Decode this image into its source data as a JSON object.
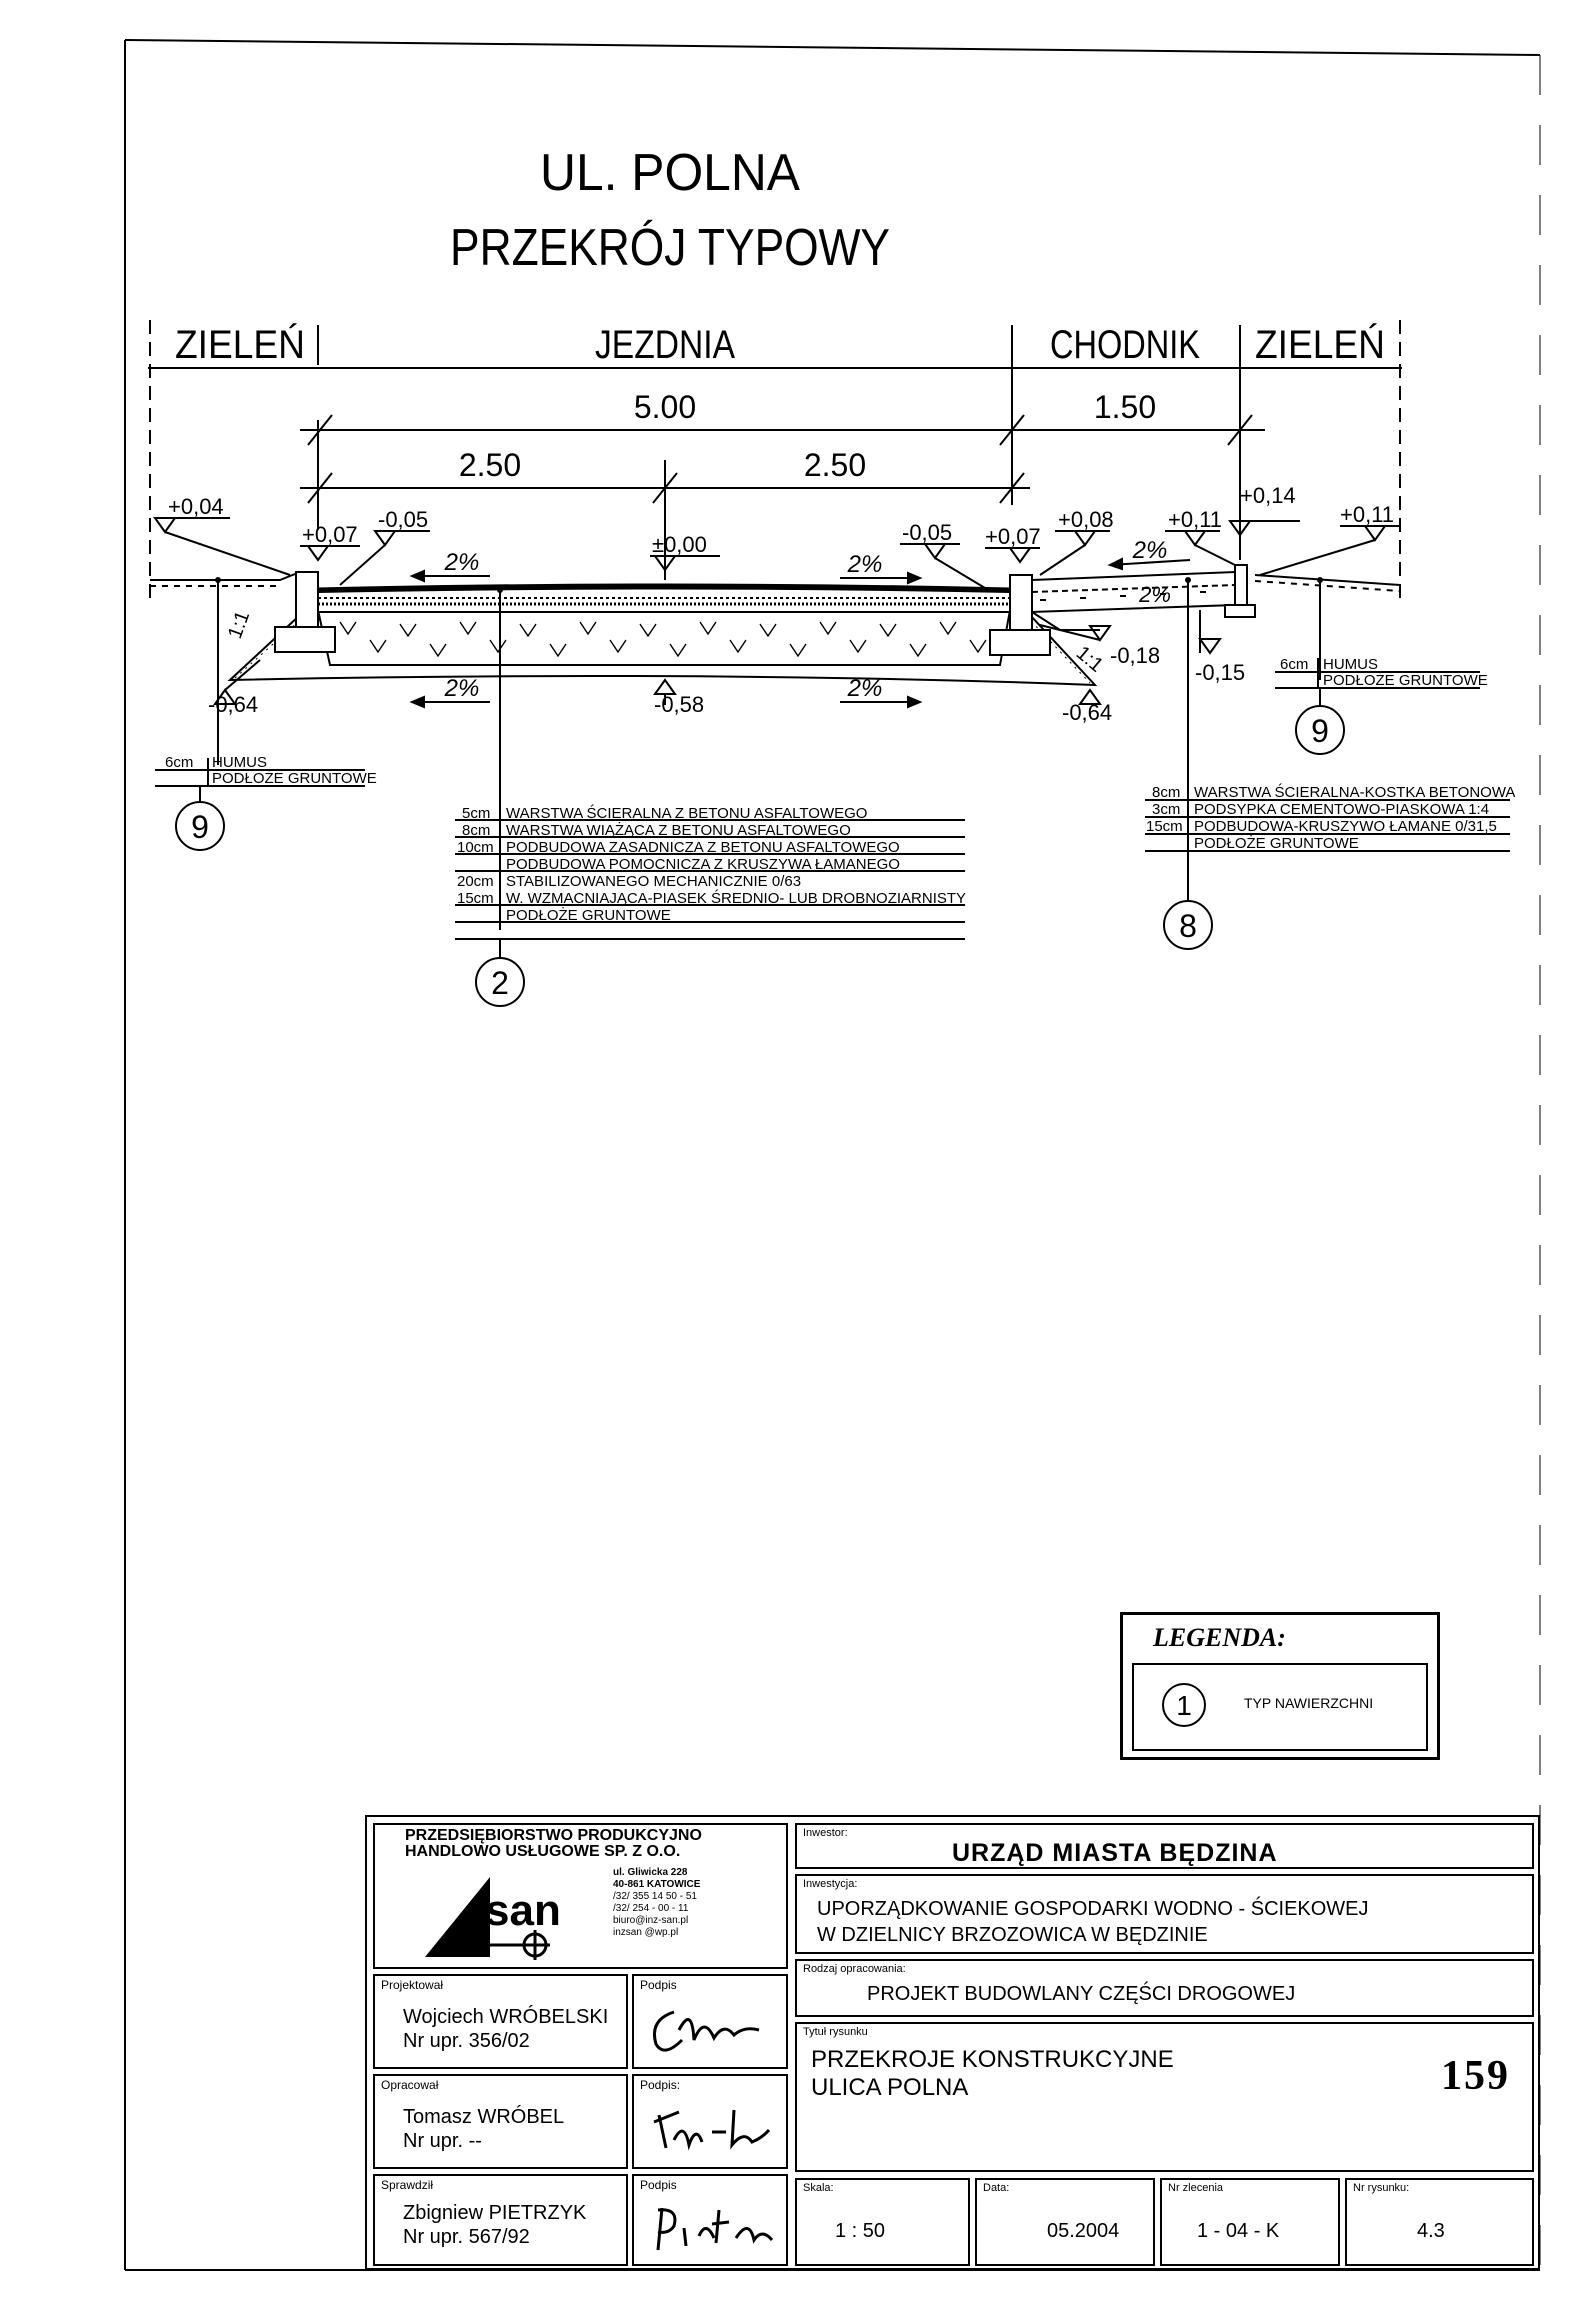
{
  "drawing": {
    "title_line1": "UL. POLNA",
    "title_line2": "PRZEKRÓJ TYPOWY",
    "zones": [
      "ZIELEŃ",
      "JEZDNIA",
      "CHODNIK",
      "ZIELEŃ"
    ],
    "dims": {
      "road_total": "5.00",
      "walk_total": "1.50",
      "half_left": "2.50",
      "half_right": "2.50"
    },
    "elevations": {
      "e1": "+0,04",
      "e2": "+0,07",
      "e3": "-0,05",
      "e4": "±0,00",
      "e5": "-0,05",
      "e6": "+0,07",
      "e7": "+0,08",
      "e8": "+0,11",
      "e9": "+0,14",
      "e10": "+0,11",
      "e11": "-0,18",
      "e12": "-0,15",
      "e13": "-0,64",
      "e14": "-0,58",
      "e15": "-0,64"
    },
    "slopes": {
      "s1": "2%",
      "s2": "2%",
      "s3": "2%",
      "s4": "2%",
      "s5": "2%",
      "s6": "2%"
    },
    "ratios": {
      "r1": "1:1",
      "r2": "1:1"
    },
    "layers_road": {
      "marker": "2",
      "rows": [
        {
          "thk": "5cm",
          "desc": "WARSTWA ŚCIERALNA Z BETONU ASFALTOWEGO"
        },
        {
          "thk": "8cm",
          "desc": "WARSTWA WIĄŻĄCA Z BETONU ASFALTOWEGO"
        },
        {
          "thk": "10cm",
          "desc": "PODBUDOWA ZASADNICZA Z BETONU ASFALTOWEGO"
        },
        {
          "thk": "",
          "desc": "PODBUDOWA POMOCNICZA Z KRUSZYWA ŁAMANEGO"
        },
        {
          "thk": "20cm",
          "desc": "STABILIZOWANEGO MECHANICZNIE 0/63"
        },
        {
          "thk": "15cm",
          "desc": "W. WZMACNIAJĄCA-PIASEK ŚREDNIO- LUB DROBNOZIARNISTY"
        },
        {
          "thk": "",
          "desc": "PODŁOŻE GRUNTOWE"
        }
      ]
    },
    "layers_walk": {
      "marker": "8",
      "rows": [
        {
          "thk": "8cm",
          "desc": "WARSTWA ŚCIERALNA-KOSTKA BETONOWA"
        },
        {
          "thk": "3cm",
          "desc": "PODSYPKA CEMENTOWO-PIASKOWA 1:4"
        },
        {
          "thk": "15cm",
          "desc": "PODBUDOWA-KRUSZYWO ŁAMANE 0/31,5"
        },
        {
          "thk": "",
          "desc": "PODŁOŻE GRUNTOWE"
        }
      ]
    },
    "layers_green_left": {
      "marker": "9",
      "rows": [
        {
          "thk": "6cm",
          "desc": "HUMUS"
        },
        {
          "thk": "",
          "desc": "PODŁOŻE GRUNTOWE"
        }
      ]
    },
    "layers_green_right": {
      "marker": "9",
      "rows": [
        {
          "thk": "6cm",
          "desc": "HUMUS"
        },
        {
          "thk": "",
          "desc": "PODŁOŻE GRUNTOWE"
        }
      ]
    }
  },
  "legend": {
    "title": "LEGENDA:",
    "symbol": "1",
    "text": "TYP NAWIERZCHNI"
  },
  "title_block": {
    "company_line1": "PRZEDSIĘBIORSTWO PRODUKCYJNO",
    "company_line2": "HANDLOWO USŁUGOWE  SP. Z O.O.",
    "logo_text": "san",
    "address": [
      "ul. Gliwicka 228",
      "40-861 KATOWICE",
      "/32/ 355 14 50 - 51",
      "/32/ 254 - 00 - 11",
      "biuro@inz-san.pl",
      "inzsan @wp.pl"
    ],
    "investor_label": "Inwestor:",
    "investor": "URZĄD MIASTA BĘDZINA",
    "investment_label": "Inwestycja:",
    "investment_line1": "UPORZĄDKOWANIE GOSPODARKI WODNO - ŚCIEKOWEJ",
    "investment_line2": "W DZIELNICY BRZOZOWICA W BĘDZINIE",
    "type_label": "Rodzaj opracowania:",
    "type": "PROJEKT BUDOWLANY CZĘŚCI DROGOWEJ",
    "drawing_title_label": "Tytuł rysunku",
    "drawing_title_line1": "PRZEKROJE KONSTRUKCYJNE",
    "drawing_title_line2": "ULICA POLNA",
    "page_number": "159",
    "designer_label": "Projektował",
    "designer_name": "Wojciech WRÓBELSKI",
    "designer_lic": "Nr upr. 356/02",
    "prepared_label": "Opracował",
    "prepared_name": "Tomasz WRÓBEL",
    "prepared_lic": "Nr upr. --",
    "checked_label": "Sprawdził",
    "checked_name": "Zbigniew PIETRZYK",
    "checked_lic": "Nr upr. 567/92",
    "sign_label": "Podpis",
    "sign_label2": "Podpis:",
    "sign_label3": "Podpis",
    "scale_label": "Skala:",
    "scale": "1 : 50",
    "date_label": "Data:",
    "date": "05.2004",
    "order_label": "Nr zlecenia",
    "order": "1 - 04 - K",
    "sheet_label": "Nr rysunku:",
    "sheet": "4.3"
  }
}
